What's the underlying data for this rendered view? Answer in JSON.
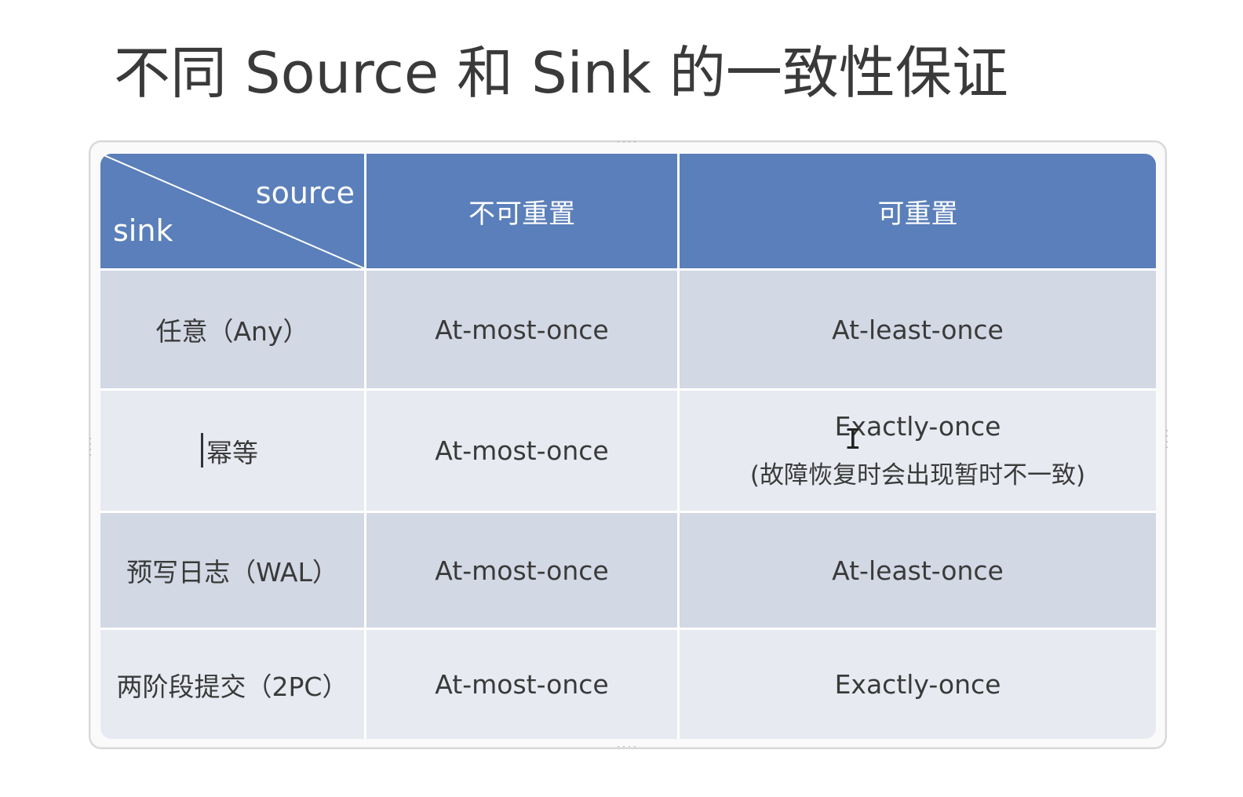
{
  "slide": {
    "title": "不同 Source 和 Sink 的一致性保证"
  },
  "table": {
    "corner": {
      "source": "source",
      "sink": "sink"
    },
    "columns": [
      "不可重置",
      "可重置"
    ],
    "rows": [
      {
        "label": "任意（Any）",
        "non_resettable": "At-most-once",
        "resettable": "At-least-once"
      },
      {
        "label": "幂等",
        "non_resettable": "At-most-once",
        "resettable": "Exactly-once",
        "resettable_note": "(故障恢复时会出现暂时不一致)"
      },
      {
        "label": "预写日志（WAL）",
        "non_resettable": "At-most-once",
        "resettable": "At-least-once"
      },
      {
        "label": "两阶段提交（2PC）",
        "non_resettable": "At-most-once",
        "resettable": "Exactly-once"
      }
    ]
  },
  "colors": {
    "header": "#5a7fba",
    "row_dark": "#d2d8e4",
    "row_light": "#e7eaf1",
    "text": "#3a3a3a"
  }
}
